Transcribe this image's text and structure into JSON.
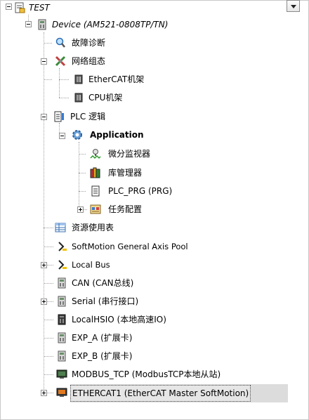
{
  "tree": {
    "items": [
      {
        "label": "TEST",
        "icon": "project-icon",
        "toggle": "minus",
        "style": "italic"
      },
      {
        "label": "Device (AM521-0808TP/TN)",
        "icon": "device-icon",
        "toggle": "minus",
        "style": "italic"
      },
      {
        "label": "故障诊断",
        "icon": "magnifier-icon"
      },
      {
        "label": "网络组态",
        "icon": "network-config-icon",
        "toggle": "minus"
      },
      {
        "label": "EtherCAT机架",
        "icon": "rack-icon"
      },
      {
        "label": "CPU机架",
        "icon": "rack-icon"
      },
      {
        "label": "PLC 逻辑",
        "icon": "plc-logic-icon",
        "toggle": "minus"
      },
      {
        "label": "Application",
        "icon": "application-gear-icon",
        "toggle": "minus",
        "style": "bold"
      },
      {
        "label": "微分监视器",
        "icon": "monitor-icon"
      },
      {
        "label": "库管理器",
        "icon": "library-books-icon"
      },
      {
        "label": "PLC_PRG (PRG)",
        "icon": "program-document-icon"
      },
      {
        "label": "任务配置",
        "icon": "task-config-icon",
        "toggle": "plus"
      },
      {
        "label": "资源使用表",
        "icon": "table-icon"
      },
      {
        "label": "SoftMotion General Axis Pool",
        "icon": "axis-pool-icon"
      },
      {
        "label": "Local Bus",
        "icon": "bus-icon",
        "toggle": "plus"
      },
      {
        "label": "CAN (CAN总线)",
        "icon": "module-icon"
      },
      {
        "label": "Serial (串行接口)",
        "icon": "module-icon",
        "toggle": "plus"
      },
      {
        "label": "LocalHSIO (本地高速IO)",
        "icon": "io-module-icon"
      },
      {
        "label": "EXP_A (扩展卡)",
        "icon": "module-icon"
      },
      {
        "label": "EXP_B (扩展卡)",
        "icon": "module-icon"
      },
      {
        "label": "MODBUS_TCP (ModbusTCP本地从站)",
        "icon": "modbus-monitor-icon"
      },
      {
        "label": "ETHERCAT1 (EtherCAT Master SoftMotion)",
        "icon": "ethercat-master-icon",
        "toggle": "plus",
        "selected": true
      }
    ]
  }
}
